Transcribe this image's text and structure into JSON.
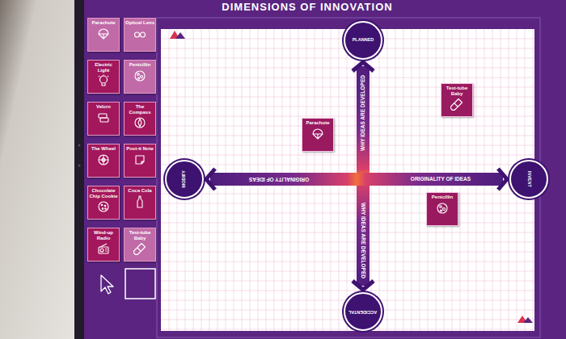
{
  "diagram": {
    "title": "DIMENSIONS OF INNOVATION",
    "nodes": [
      {
        "text": [
          "Parachute"
        ]
      },
      {
        "text": [
          "Optical Lens"
        ]
      },
      {
        "text": [
          "Electric Light"
        ]
      },
      {
        "text": [
          "Penicillin"
        ]
      },
      {
        "text": [
          "Velcro"
        ]
      },
      {
        "text": [
          "The Compass"
        ]
      },
      {
        "text": [
          "The Wheel"
        ]
      },
      {
        "text": [
          "Post-it Note"
        ]
      },
      {
        "text": [
          "Chocolate Chip Cookie"
        ]
      },
      {
        "text": [
          "Coca Cola"
        ]
      },
      {
        "text": [
          "Wind-up Radio"
        ]
      },
      {
        "text": [
          "Test-tube Baby"
        ]
      },
      {
        "text": [
          "PLANNED"
        ]
      },
      {
        "text": [
          "MODIFY"
        ]
      },
      {
        "text": [
          "INVENT"
        ]
      },
      {
        "text": [
          "ACCIDENTAL"
        ]
      },
      {
        "text": [
          "Parachute"
        ]
      },
      {
        "text": [
          "Test-tube Baby"
        ]
      },
      {
        "text": [
          "Penicillin"
        ]
      }
    ],
    "edges": [
      {
        "from": 12,
        "to": 15,
        "arrow": "both",
        "label": "WHY IDEAS ARE DEVELOPED"
      },
      {
        "from": 13,
        "to": 14,
        "arrow": "both",
        "label": "ORIGINALITY OF IDEAS"
      }
    ],
    "labels": [
      "WHY IDEAS ARE DEVELOPED",
      "ORIGINALITY OF IDEAS"
    ]
  }
}
